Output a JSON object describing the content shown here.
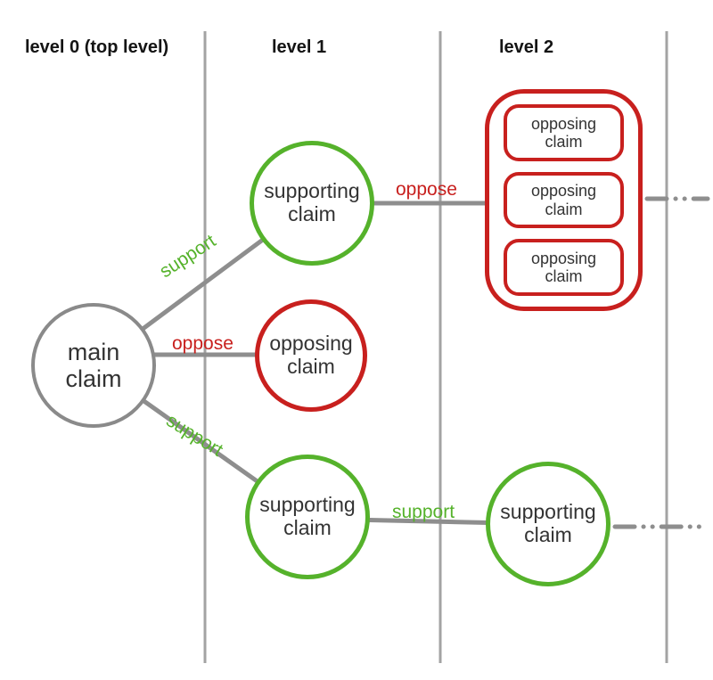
{
  "diagram": {
    "headers": {
      "level0": "level 0 (top level)",
      "level1": "level 1",
      "level2": "level 2"
    },
    "nodes": {
      "main_claim": "main claim",
      "l1_supporting_top": "supporting claim",
      "l1_opposing": "opposing claim",
      "l1_supporting_bottom": "supporting claim",
      "l2_opposing_1": "opposing claim",
      "l2_opposing_2": "opposing claim",
      "l2_opposing_3": "opposing claim",
      "l2_supporting": "supporting claim"
    },
    "edge_labels": {
      "support_main_to_top": "support",
      "oppose_main_to_mid": "oppose",
      "support_main_to_bottom": "support",
      "oppose_l1_to_l2": "oppose",
      "support_l1_to_l2": "support"
    },
    "colors": {
      "support_green": "#55b22b",
      "oppose_red": "#c8201e",
      "edge_gray": "#8e8e8e",
      "divider_gray": "#a3a3a3",
      "text_dark": "#333333",
      "background": "#ffffff"
    }
  }
}
